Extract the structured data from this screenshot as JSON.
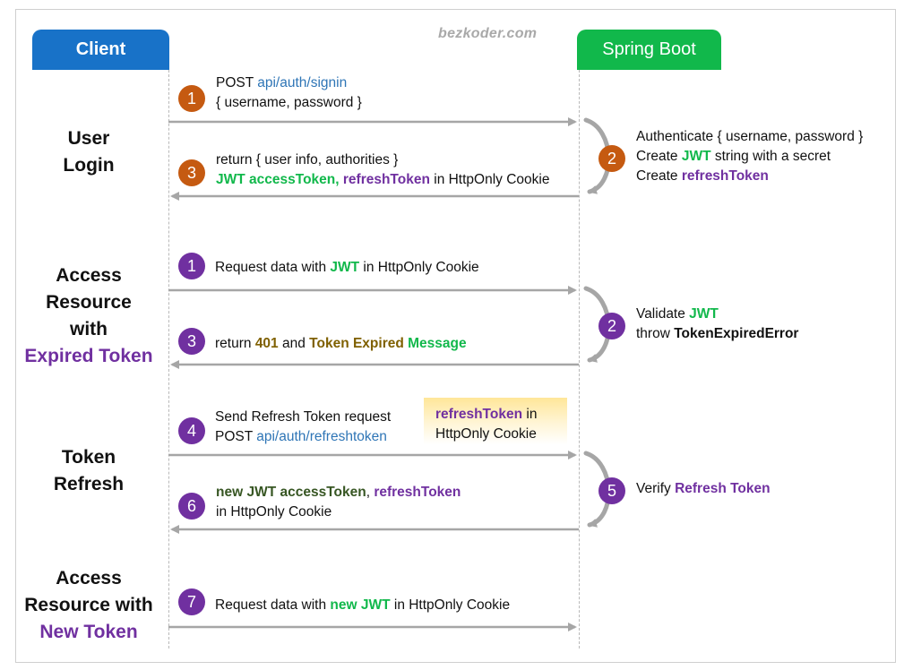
{
  "watermark": "bezkoder.com",
  "lanes": {
    "client": "Client",
    "server": "Spring Boot"
  },
  "sections": {
    "login": {
      "line1": "User",
      "line2": "Login"
    },
    "expired": {
      "line1": "Access",
      "line2": "Resource",
      "line3": "with",
      "line4": "Expired Token"
    },
    "refresh": {
      "line1": "Token",
      "line2": "Refresh"
    },
    "newtoken": {
      "line1": "Access",
      "line2": "Resource with",
      "line3": "New Token"
    }
  },
  "steps": {
    "login_1": {
      "num": "1",
      "l1a": "POST ",
      "l1b": "api/auth/signin",
      "l2": "{ username, password }"
    },
    "login_2": {
      "num": "2",
      "l1": "Authenticate { username, password }",
      "l2a": "Create ",
      "l2b": "JWT",
      "l2c": " string with a secret",
      "l3a": "Create ",
      "l3b": "refreshToken"
    },
    "login_3": {
      "num": "3",
      "l1": "return { user info, authorities }",
      "l2a": "JWT accessToken,",
      "l2b": " ",
      "l2c": "refreshToken",
      "l2d": " in HttpOnly Cookie"
    },
    "expired_1": {
      "num": "1",
      "a": "Request data with ",
      "b": "JWT",
      "c": " in HttpOnly Cookie"
    },
    "expired_2": {
      "num": "2",
      "l1a": "Validate ",
      "l1b": "JWT",
      "l2a": "throw ",
      "l2b": "TokenExpiredError"
    },
    "expired_3": {
      "num": "3",
      "a": "return ",
      "b": "401",
      "c": " and ",
      "d": "Token Expired",
      "e": " ",
      "f": "Message"
    },
    "refresh_4": {
      "num": "4",
      "l1": "Send Refresh Token request",
      "l2a": "POST ",
      "l2b": "api/auth/refreshtoken"
    },
    "refresh_note": {
      "l1a": "refreshToken",
      "l1b": " in",
      "l2": "HttpOnly Cookie"
    },
    "refresh_5": {
      "num": "5",
      "a": "Verify ",
      "b": "Refresh Token"
    },
    "refresh_6": {
      "num": "6",
      "l1a": "new JWT accessToken",
      "l1b": ", ",
      "l1c": "refreshToken",
      "l2": "in HttpOnly Cookie"
    },
    "newtoken_7": {
      "num": "7",
      "a": "Request data with ",
      "b": "new JWT",
      "c": " in HttpOnly Cookie"
    }
  },
  "colors": {
    "client_header": "#1872c8",
    "server_header": "#11b84b",
    "step_orange": "#c55a11",
    "step_purple": "#7030a0",
    "jwt_green": "#11b84b",
    "api_blue": "#2e75b6",
    "arrow_gray": "#a6a6a6"
  }
}
